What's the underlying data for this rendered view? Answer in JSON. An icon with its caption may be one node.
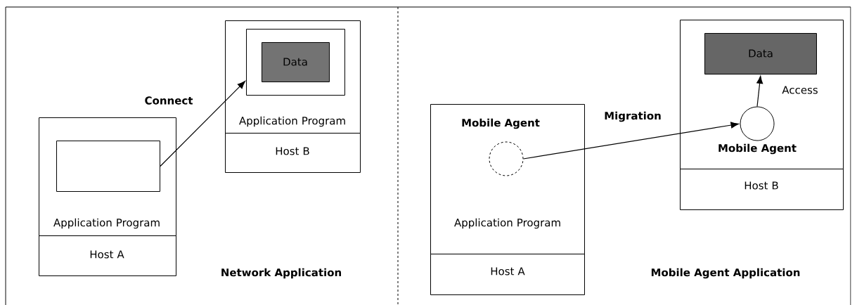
{
  "diagram": {
    "nodes": [
      {
        "text": [
          "Application Program"
        ]
      },
      {
        "text": [],
        "shape": "box",
        "in": 0
      },
      {
        "text": [
          "Host A"
        ]
      },
      {
        "text": [
          "Application Program"
        ]
      },
      {
        "text": [],
        "shape": "box",
        "in": 3
      },
      {
        "text": [
          "Data"
        ],
        "in": 4
      },
      {
        "text": [
          "Host B"
        ]
      },
      {
        "text": [
          "Mobile Agent",
          "Application Program"
        ]
      },
      {
        "text": [],
        "shape": "circle",
        "in": 7
      },
      {
        "text": [
          "Host A"
        ]
      },
      {
        "text": [],
        "shape": "box"
      },
      {
        "text": [
          "Data"
        ],
        "in": 10
      },
      {
        "text": [],
        "shape": "circle",
        "in": 10,
        "beside": [
          "Mobile Agent"
        ]
      },
      {
        "text": [
          "Host B"
        ]
      }
    ],
    "edges": [
      {
        "from": 1,
        "to": 4,
        "arrow": "to",
        "label": "Connect"
      },
      {
        "from": 8,
        "to": 12,
        "arrow": "to",
        "label": "Migration"
      },
      {
        "from": 12,
        "to": 11,
        "arrow": "to",
        "label": "Access"
      }
    ],
    "labels": [
      "Network Application",
      "Mobile Agent Application"
    ]
  }
}
